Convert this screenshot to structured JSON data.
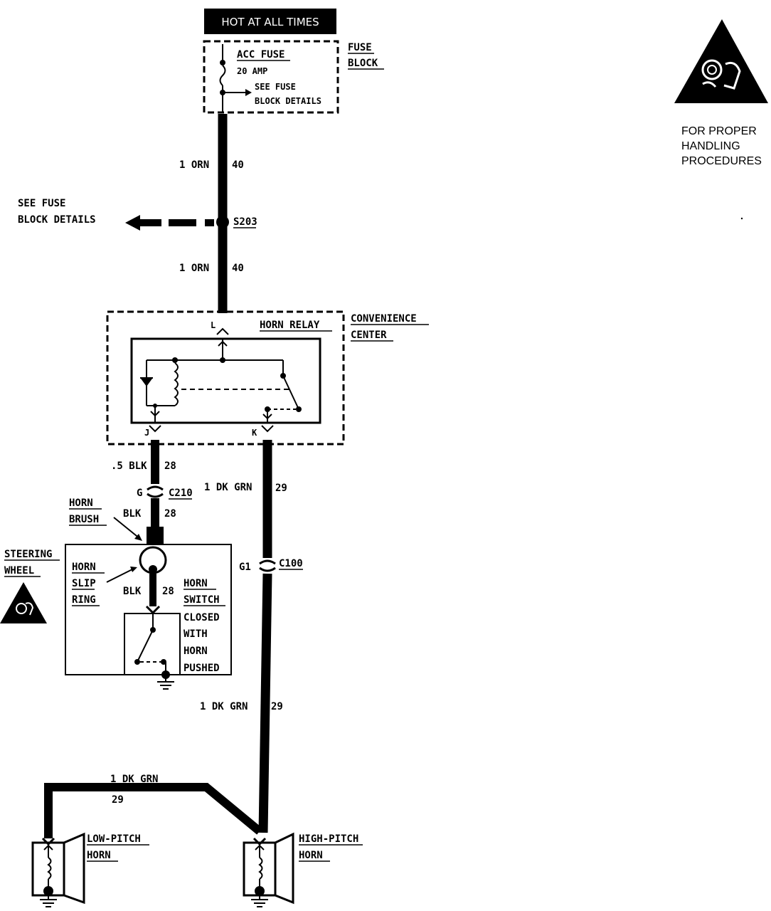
{
  "hot_banner": "HOT AT ALL TIMES",
  "fuse_block": {
    "label_1": "FUSE",
    "label_2": "BLOCK",
    "fuse_name": "ACC FUSE",
    "fuse_rating": "20 AMP",
    "details_1": "SEE FUSE",
    "details_2": "BLOCK DETAILS"
  },
  "wires": {
    "w1_gauge_color": "1 ORN",
    "w1_circuit": "40",
    "w2_gauge_color": "1 ORN",
    "w2_circuit": "40",
    "w3_gauge_color": ".5 BLK",
    "w3_circuit": "28",
    "w4_gauge_color": "BLK",
    "w4_circuit": "28",
    "w5_gauge_color": "BLK",
    "w5_circuit": "28",
    "w6_gauge_color": "1 DK GRN",
    "w6_circuit": "29",
    "w7_gauge_color": "1 DK GRN",
    "w7_circuit": "29",
    "w8_gauge_color": "1 DK GRN",
    "w8_circuit": "29"
  },
  "splice": {
    "see_1": "SEE FUSE",
    "see_2": "BLOCK DETAILS",
    "id": "S203"
  },
  "relay": {
    "name": "HORN RELAY",
    "center_1": "CONVENIENCE",
    "center_2": "CENTER",
    "pin_l": "L",
    "pin_j": "J",
    "pin_k": "K"
  },
  "connectors": {
    "c210_pin": "G",
    "c210_id": "C210",
    "c100_pin": "G1",
    "c100_id": "C100"
  },
  "steering": {
    "brush_1": "HORN",
    "brush_2": "BRUSH",
    "wheel_1": "STEERING",
    "wheel_2": "WHEEL",
    "slip_1": "HORN",
    "slip_2": "SLIP",
    "slip_3": "RING",
    "switch_1": "HORN",
    "switch_2": "SWITCH",
    "closed_1": "CLOSED",
    "closed_2": "WITH",
    "closed_3": "HORN",
    "closed_4": "PUSHED"
  },
  "horns": {
    "low_1": "LOW-PITCH",
    "low_2": "HORN",
    "high_1": "HIGH-PITCH",
    "high_2": "HORN"
  },
  "handling": {
    "line_1": "FOR PROPER",
    "line_2": "HANDLING",
    "line_3": "PROCEDURES",
    "icon": "esd-warning-icon"
  },
  "colors": {
    "ink": "#000000",
    "paper": "#ffffff"
  }
}
